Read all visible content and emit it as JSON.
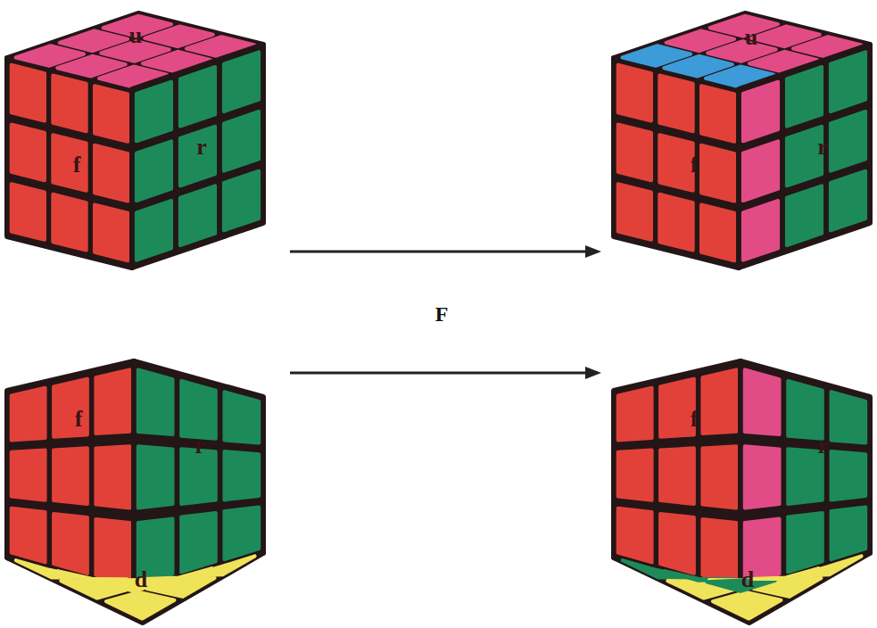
{
  "diagram": {
    "labels": [
      "u",
      "f",
      "r",
      "u",
      "f",
      "r",
      "F",
      "f",
      "r",
      "d",
      "f",
      "r",
      "d"
    ]
  }
}
